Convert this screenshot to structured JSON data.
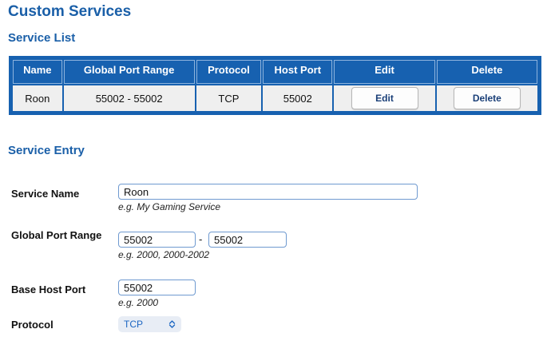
{
  "page": {
    "title": "Custom Services",
    "list_heading": "Service List",
    "entry_heading": "Service Entry"
  },
  "table": {
    "headers": [
      "Name",
      "Global Port Range",
      "Protocol",
      "Host Port",
      "Edit",
      "Delete"
    ],
    "rows": [
      {
        "name": "Roon",
        "global_port_range": "55002 - 55002",
        "protocol": "TCP",
        "host_port": "55002",
        "edit_label": "Edit",
        "delete_label": "Delete"
      }
    ]
  },
  "form": {
    "service_name": {
      "label": "Service Name",
      "value": "Roon",
      "hint": "e.g. My Gaming Service"
    },
    "global_port_range": {
      "label": "Global Port Range",
      "start_value": "55002",
      "separator": "-",
      "end_value": "55002",
      "hint": "e.g. 2000, 2000-2002"
    },
    "base_host_port": {
      "label": "Base Host Port",
      "value": "55002",
      "hint": "e.g. 2000"
    },
    "protocol": {
      "label": "Protocol",
      "selected": "TCP"
    }
  },
  "colors": {
    "heading": "#1a5fa8",
    "table_header_bg": "#1761b0",
    "row_bg": "#efefef",
    "input_border": "#6f9ad0",
    "select_text": "#1c66c2"
  }
}
